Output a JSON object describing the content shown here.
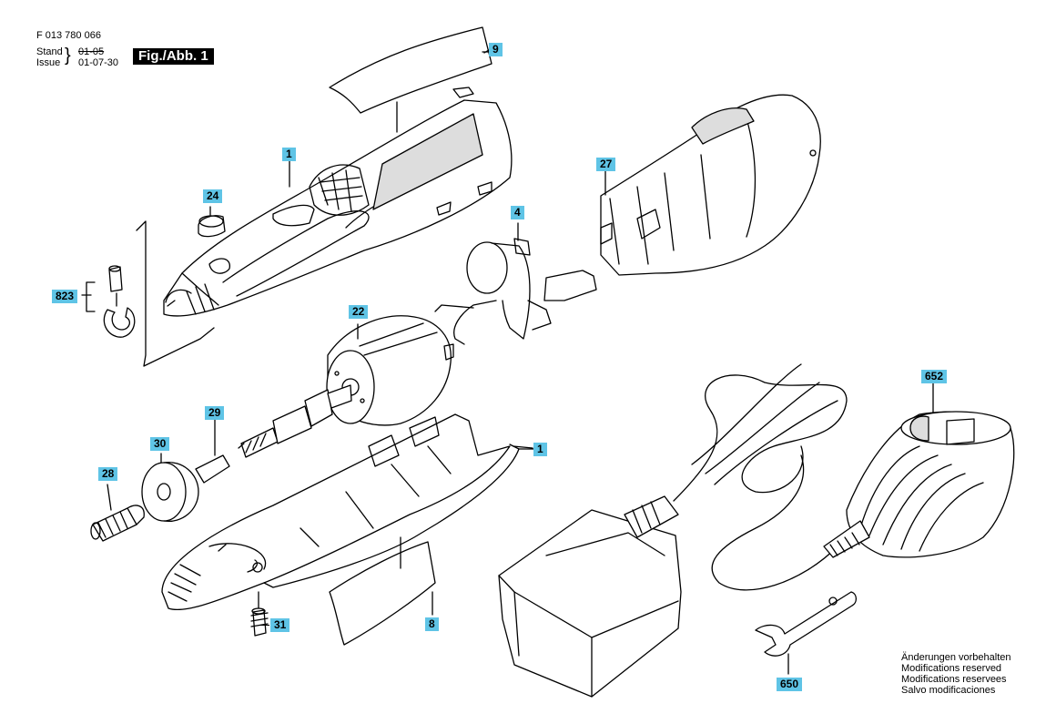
{
  "header": {
    "doc_number": "F 013 780 066",
    "stand_label": "Stand",
    "stand_value": "01-05",
    "issue_label": "Issue",
    "issue_value": "01-07-30",
    "figure_label": "Fig./Abb. 1"
  },
  "callouts": {
    "c1_top": "1",
    "c1_bottom": "1",
    "c4": "4",
    "c8": "8",
    "c9": "9",
    "c22": "22",
    "c24": "24",
    "c27": "27",
    "c28": "28",
    "c29": "29",
    "c30": "30",
    "c31": "31",
    "c650": "650",
    "c652": "652",
    "c823": "823"
  },
  "footer": {
    "line_de": "Änderungen vorbehalten",
    "line_en": "Modifications reserved",
    "line_fr": "Modifications reservees",
    "line_es": "Salvo modificaciones"
  }
}
